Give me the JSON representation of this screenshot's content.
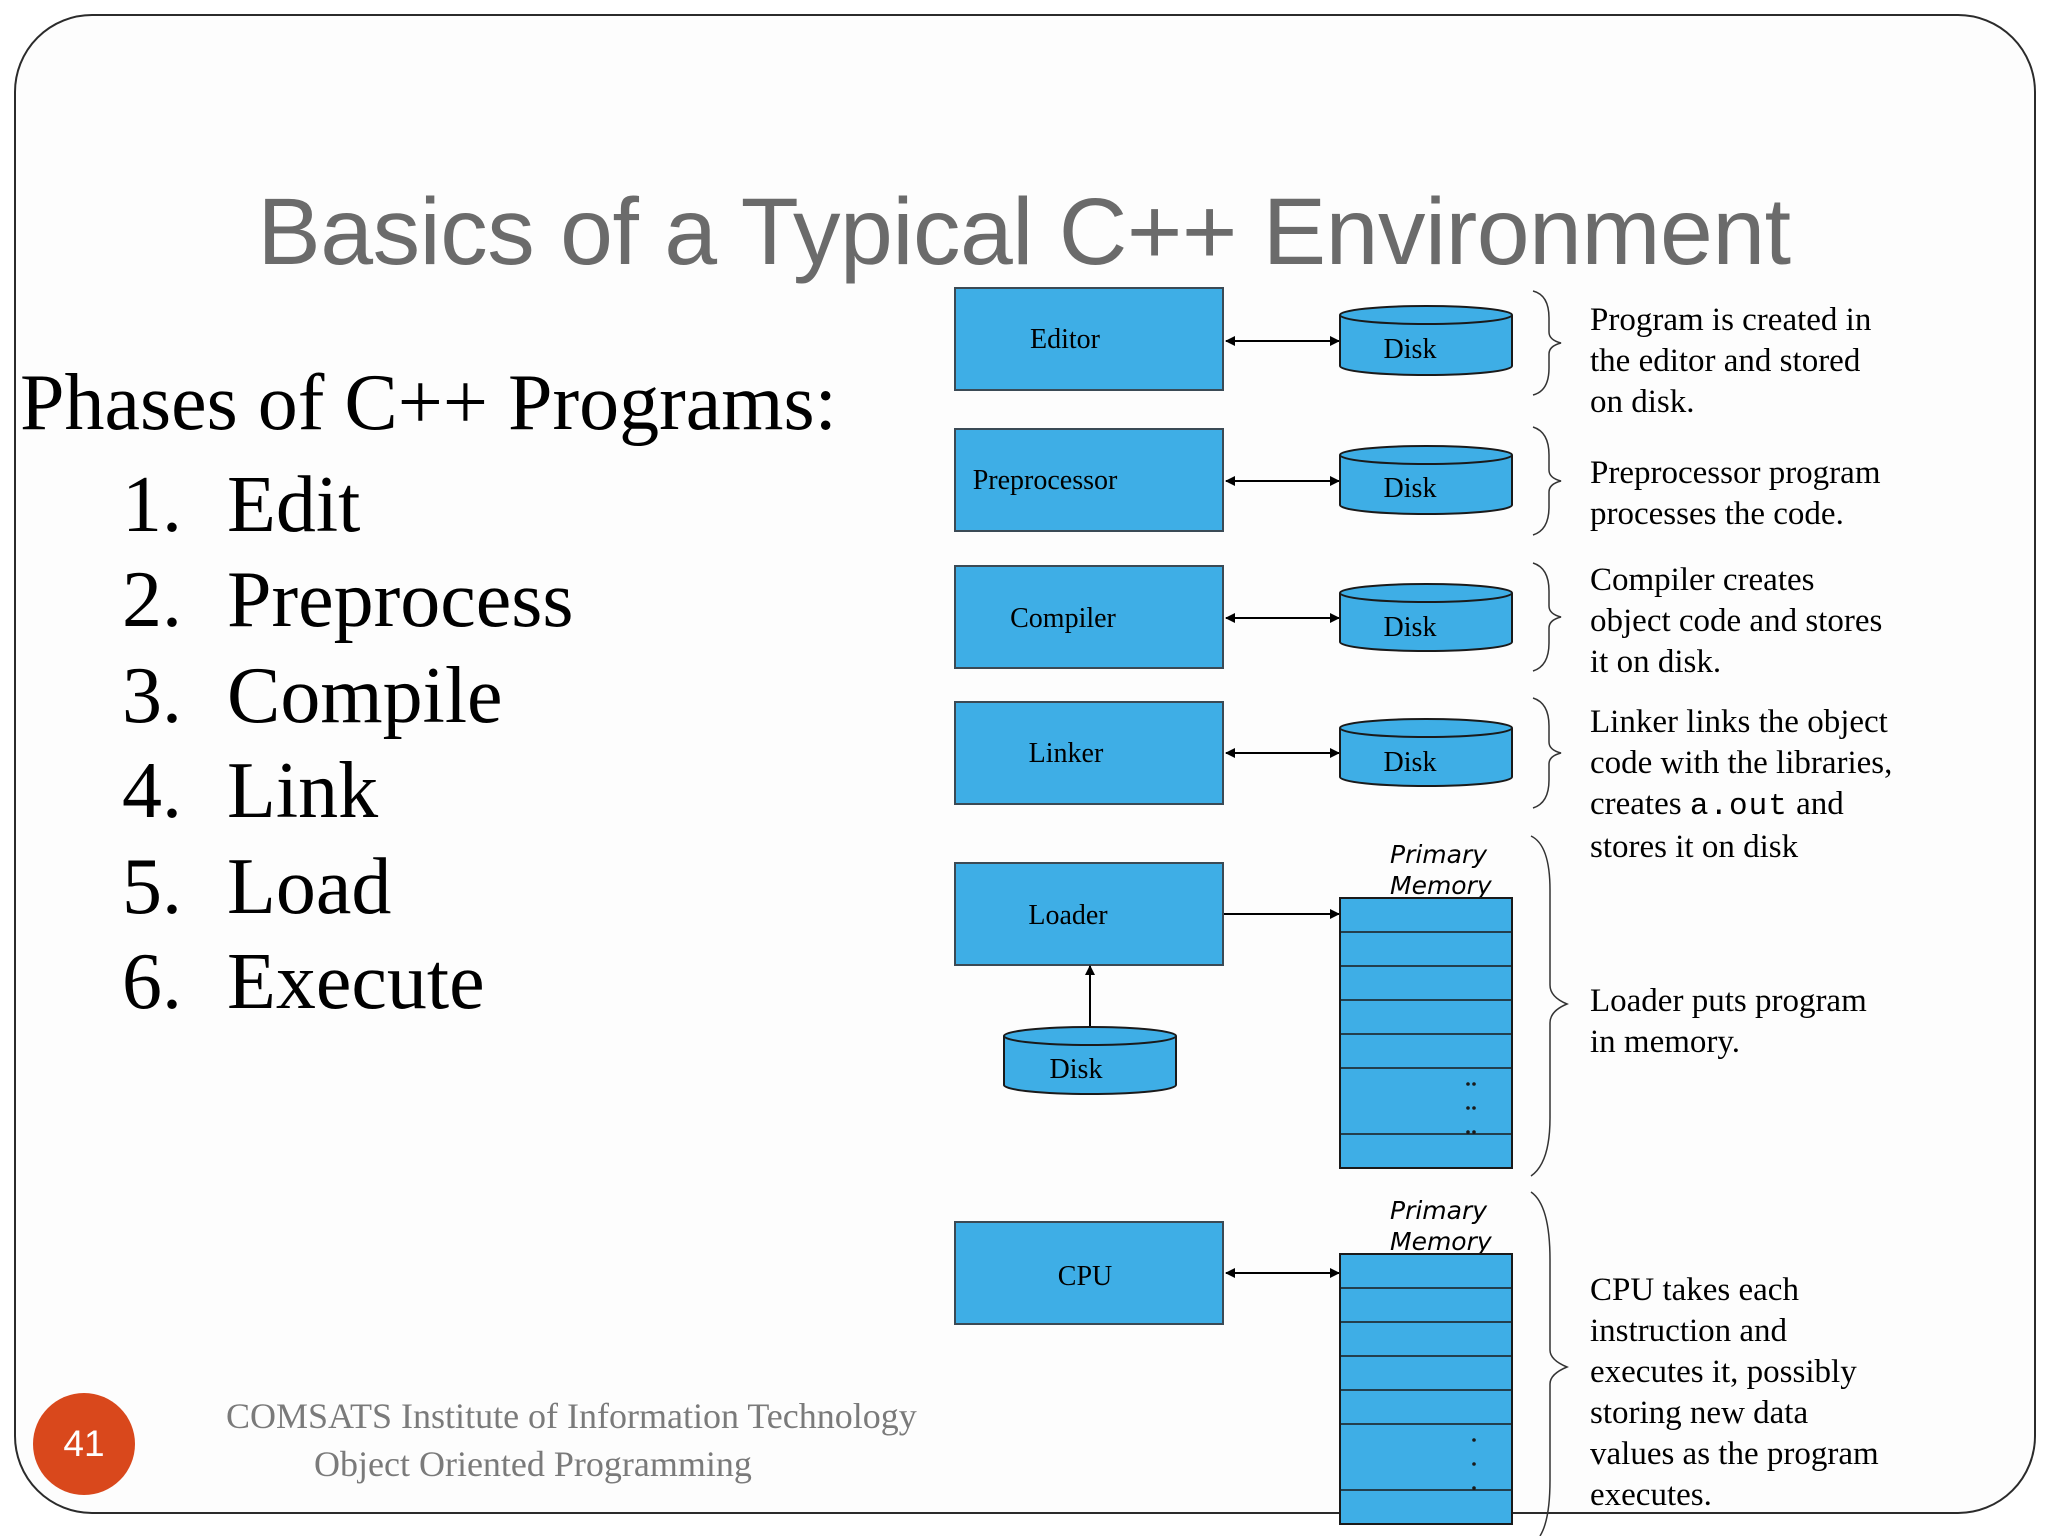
{
  "slide": {
    "title": "Basics of a Typical C++ Environment",
    "phases_heading": "Phases of C++ Programs:",
    "phases": [
      {
        "num": "1.",
        "label": "Edit"
      },
      {
        "num": "2.",
        "label": "Preprocess"
      },
      {
        "num": "3.",
        "label": "Compile"
      },
      {
        "num": "4.",
        "label": "Link"
      },
      {
        "num": "5.",
        "label": "Load"
      },
      {
        "num": "6.",
        "label": "Execute"
      }
    ],
    "footer": {
      "institute": "COMSATS Institute of Information Technology",
      "course": "Object Oriented Programming",
      "page_number": "41"
    }
  },
  "diagram": {
    "box_color": "#3eaee6",
    "rows": [
      {
        "box": "Editor",
        "disk": "Disk",
        "description": [
          "Program is created in",
          "the editor and stored",
          "on disk."
        ]
      },
      {
        "box": "Preprocessor",
        "disk": "Disk",
        "description": [
          "Preprocessor program",
          "processes the code."
        ]
      },
      {
        "box": "Compiler",
        "disk": "Disk",
        "description": [
          "Compiler creates",
          "object code and stores",
          "it on disk."
        ]
      },
      {
        "box": "Linker",
        "disk": "Disk",
        "description_pre": "Linker links the object\ncode with the libraries,\ncreates ",
        "description_code": "a.out",
        "description_post": " and\nstores it on disk"
      },
      {
        "box": "Loader",
        "disk": "Disk",
        "memory_label": [
          "Primary",
          "Memory"
        ],
        "description": [
          "Loader puts program",
          "in memory."
        ]
      },
      {
        "box": "CPU",
        "memory_label": [
          "Primary",
          "Memory"
        ],
        "description": [
          "CPU takes each",
          "instruction and",
          "executes it, possibly",
          "storing new data",
          "values as the program",
          "executes."
        ]
      }
    ]
  }
}
